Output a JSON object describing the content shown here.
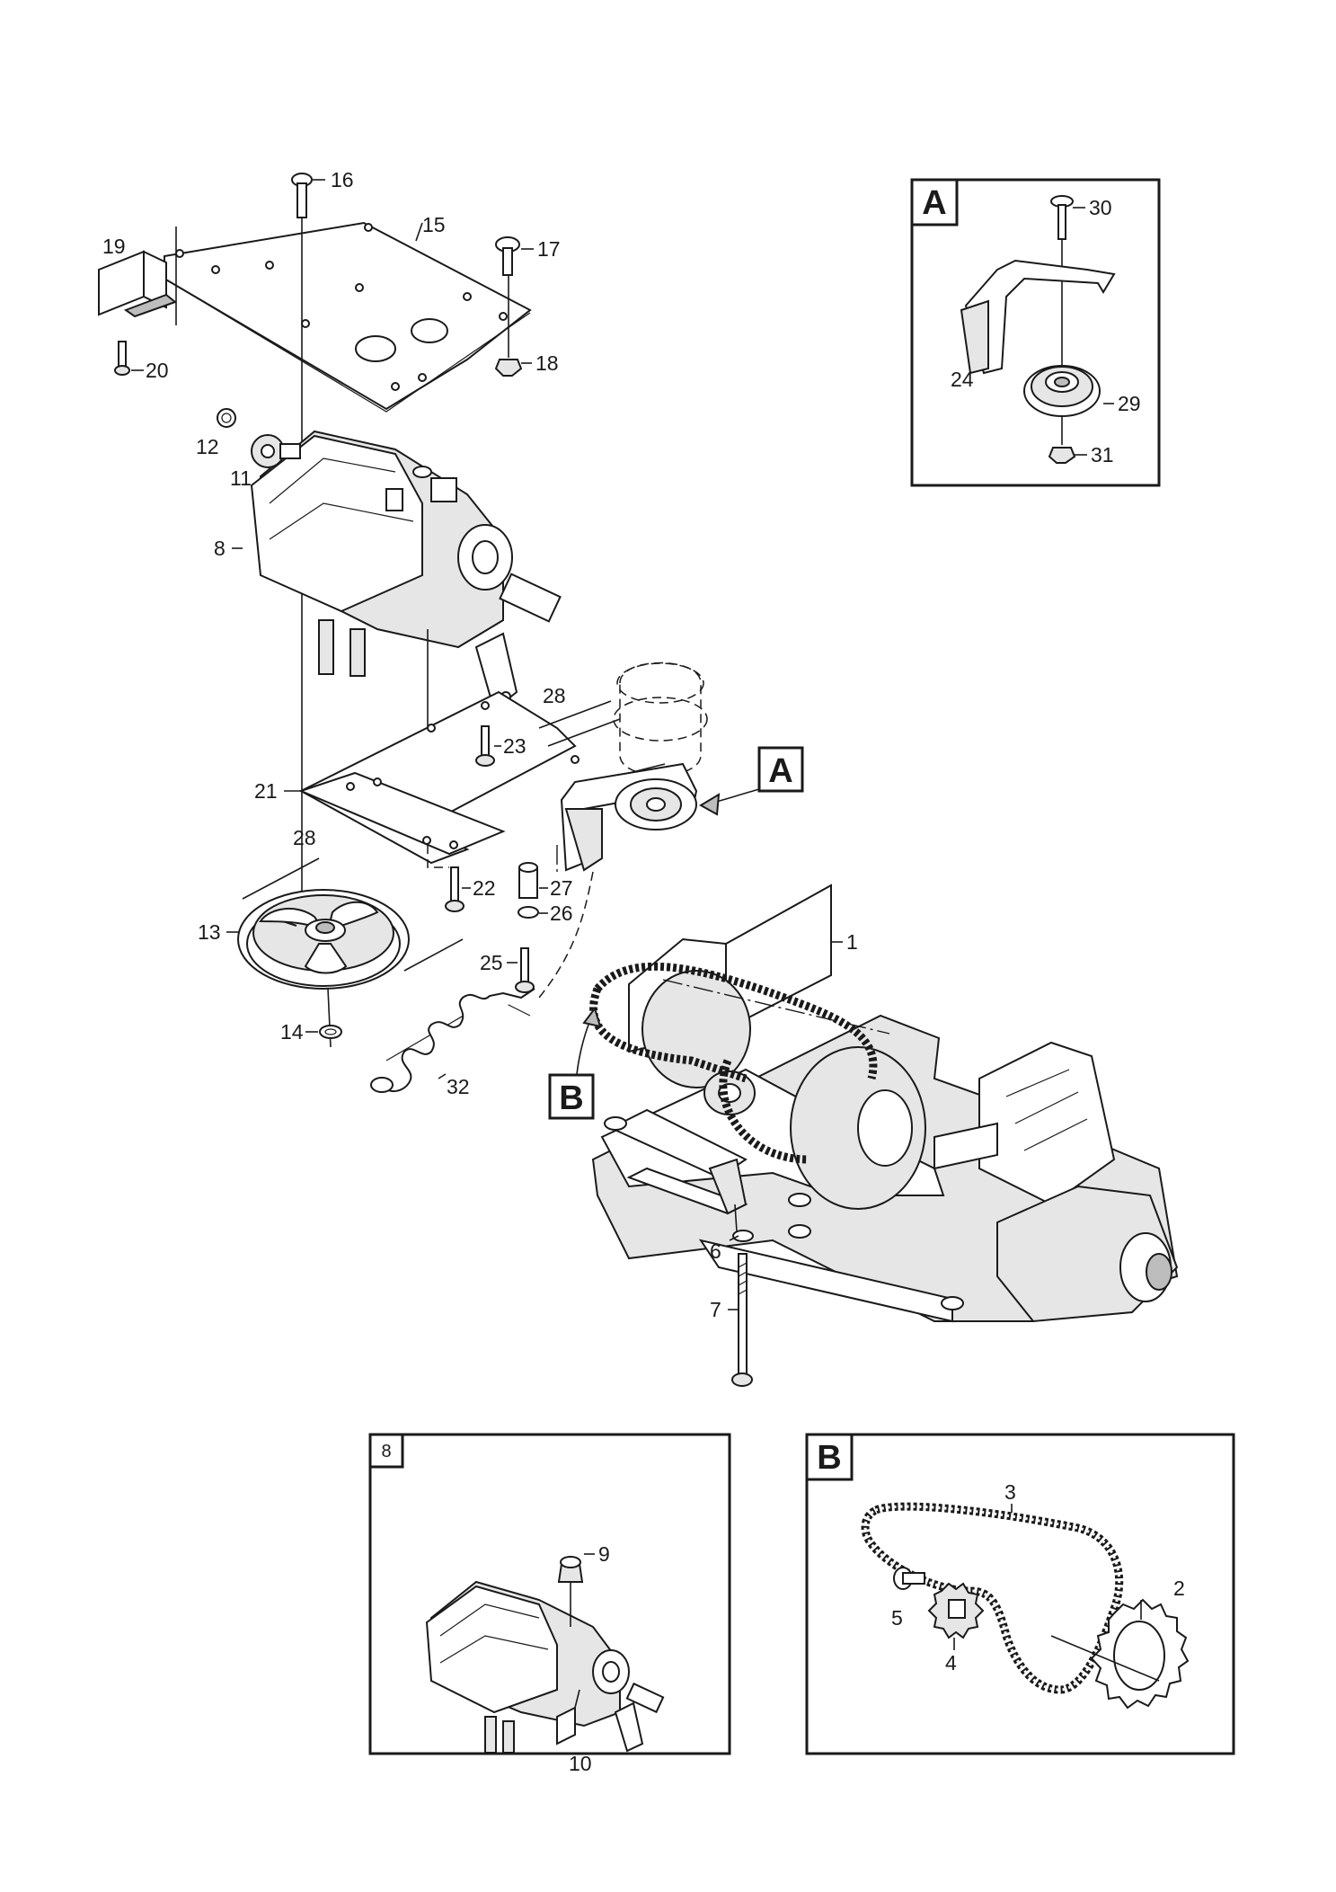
{
  "callouts": [
    "1",
    "2",
    "3",
    "4",
    "5",
    "6",
    "7",
    "8",
    "9",
    "10",
    "11",
    "12",
    "13",
    "14",
    "15",
    "16",
    "17",
    "18",
    "19",
    "20",
    "21",
    "22",
    "23",
    "24",
    "25",
    "26",
    "27",
    "28",
    "29",
    "30",
    "31",
    "32"
  ],
  "callout_28b": "28",
  "detail_boxes": {
    "A": {
      "label": "A"
    },
    "B": {
      "label": "B"
    },
    "eight": {
      "label": "8"
    }
  },
  "pointer_tags": {
    "A": "A",
    "B": "B"
  }
}
